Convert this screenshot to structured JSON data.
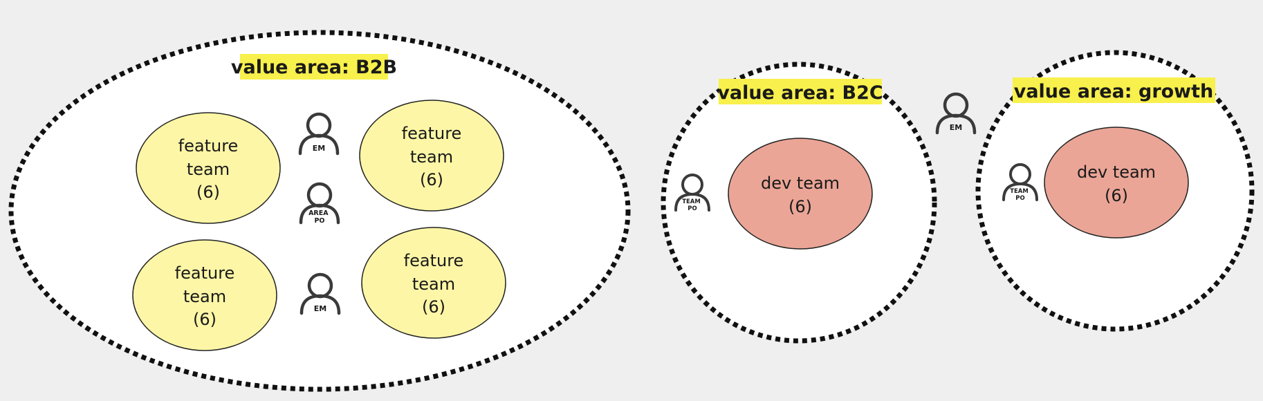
{
  "colors": {
    "background": "#efefef",
    "area_fill": "#ffffff",
    "area_border": "#111111",
    "feature_team_fill": "#fdf6a6",
    "dev_team_fill": "#eaa596",
    "label_highlight": "#f8f04c",
    "person_stroke": "#3a3a3a"
  },
  "value_areas": [
    {
      "label": "value area: B2B",
      "teams": [
        {
          "line1": "feature",
          "line2": "team",
          "count": "(6)"
        },
        {
          "line1": "feature",
          "line2": "team",
          "count": "(6)"
        },
        {
          "line1": "feature",
          "line2": "team",
          "count": "(6)"
        },
        {
          "line1": "feature",
          "line2": "team",
          "count": "(6)"
        }
      ],
      "roles": [
        {
          "icon": "person-icon",
          "text": "EM"
        },
        {
          "icon": "person-icon",
          "text": "AREA PO"
        },
        {
          "icon": "person-icon",
          "text": "EM"
        }
      ]
    },
    {
      "label": "value area: B2C",
      "teams": [
        {
          "line1": "dev team",
          "count": "(6)"
        }
      ],
      "roles": [
        {
          "icon": "person-icon",
          "text": "TEAM PO"
        }
      ]
    },
    {
      "label": "value area: growth",
      "teams": [
        {
          "line1": "dev team",
          "count": "(6)"
        }
      ],
      "roles": [
        {
          "icon": "person-icon",
          "text": "TEAM PO"
        }
      ]
    }
  ],
  "shared_roles": [
    {
      "icon": "person-icon",
      "text": "EM"
    }
  ]
}
